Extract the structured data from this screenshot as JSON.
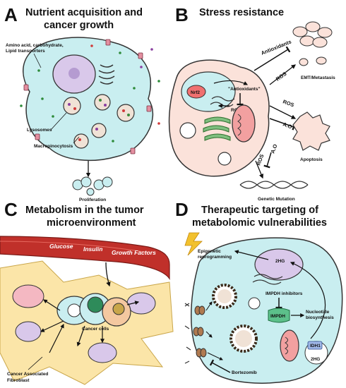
{
  "panels": [
    {
      "letter": "A",
      "title_lines": [
        "Nutrient acquisition and",
        "cancer growth"
      ]
    },
    {
      "letter": "B",
      "title_lines": [
        "Stress resistance"
      ]
    },
    {
      "letter": "C",
      "title_lines": [
        "Metabolism in the tumor",
        "microenvironment"
      ]
    },
    {
      "letter": "D",
      "title_lines": [
        "Therapeutic targeting of",
        "metabolomic vulnerabilities"
      ]
    }
  ],
  "panelA": {
    "transporters": [
      "Amino acid, carbohydrate,",
      "Lipid transporters"
    ],
    "lysosomes": "Lysosomes",
    "macropinocytosis": "Macropinocytosis",
    "proliferation": "Proliferation"
  },
  "panelB": {
    "nrf2": "Nrf2",
    "antioxidants_inner": "\"Antioxidants\"",
    "ros_inner": "ROS",
    "antioxidants_outer": "Antioxidants",
    "ros_top": "ROS",
    "emt": "EMT/Metastasis",
    "ros_mid": "ROS",
    "ao_mid": "A.O",
    "apoptosis": "Apoptosis",
    "ros_low": "ROS",
    "ao_low": "A.O",
    "genetic": "Genetic Mutation"
  },
  "panelC": {
    "glucose": "Glucose",
    "insulin": "Insulin",
    "growth": "Growth Factors",
    "cancer_cells": "Cancer cells",
    "caf": [
      "Cancer Associated",
      "Fibroblast"
    ]
  },
  "panelD": {
    "epigenetic": [
      "Epigenetic",
      "reprogramming"
    ],
    "twohg_top": "2HG",
    "impdh_inhib": "IMPDH inhibitors",
    "impdh": "IMPDH",
    "nucleotide": [
      "Nucleotide",
      "biosynthesis"
    ],
    "idh1": "IDH1",
    "twohg_low": "2HG",
    "bortezomib": "Bortezomib"
  }
}
